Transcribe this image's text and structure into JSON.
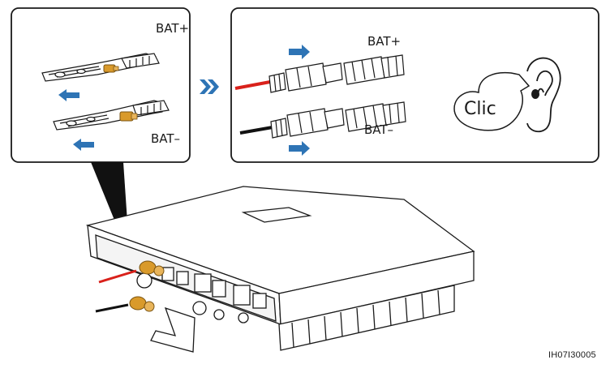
{
  "panel_left": {
    "label_bat_plus": "BAT+",
    "label_bat_minus": "BAT–"
  },
  "panel_right": {
    "label_bat_plus": "BAT+",
    "label_bat_minus": "BAT–",
    "sound_text": "Clic"
  },
  "figure_code": "IH07I30005",
  "colors": {
    "arrow": "#2e74b5",
    "positive_cable": "#d9211b",
    "negative_cable": "#111111",
    "brass": "#d99a2b",
    "outline": "#1a1a1a"
  },
  "icons": [
    "blue-arrow-icon",
    "double-chevron-arrow-icon",
    "ear-icon",
    "speech-bubble-icon"
  ]
}
